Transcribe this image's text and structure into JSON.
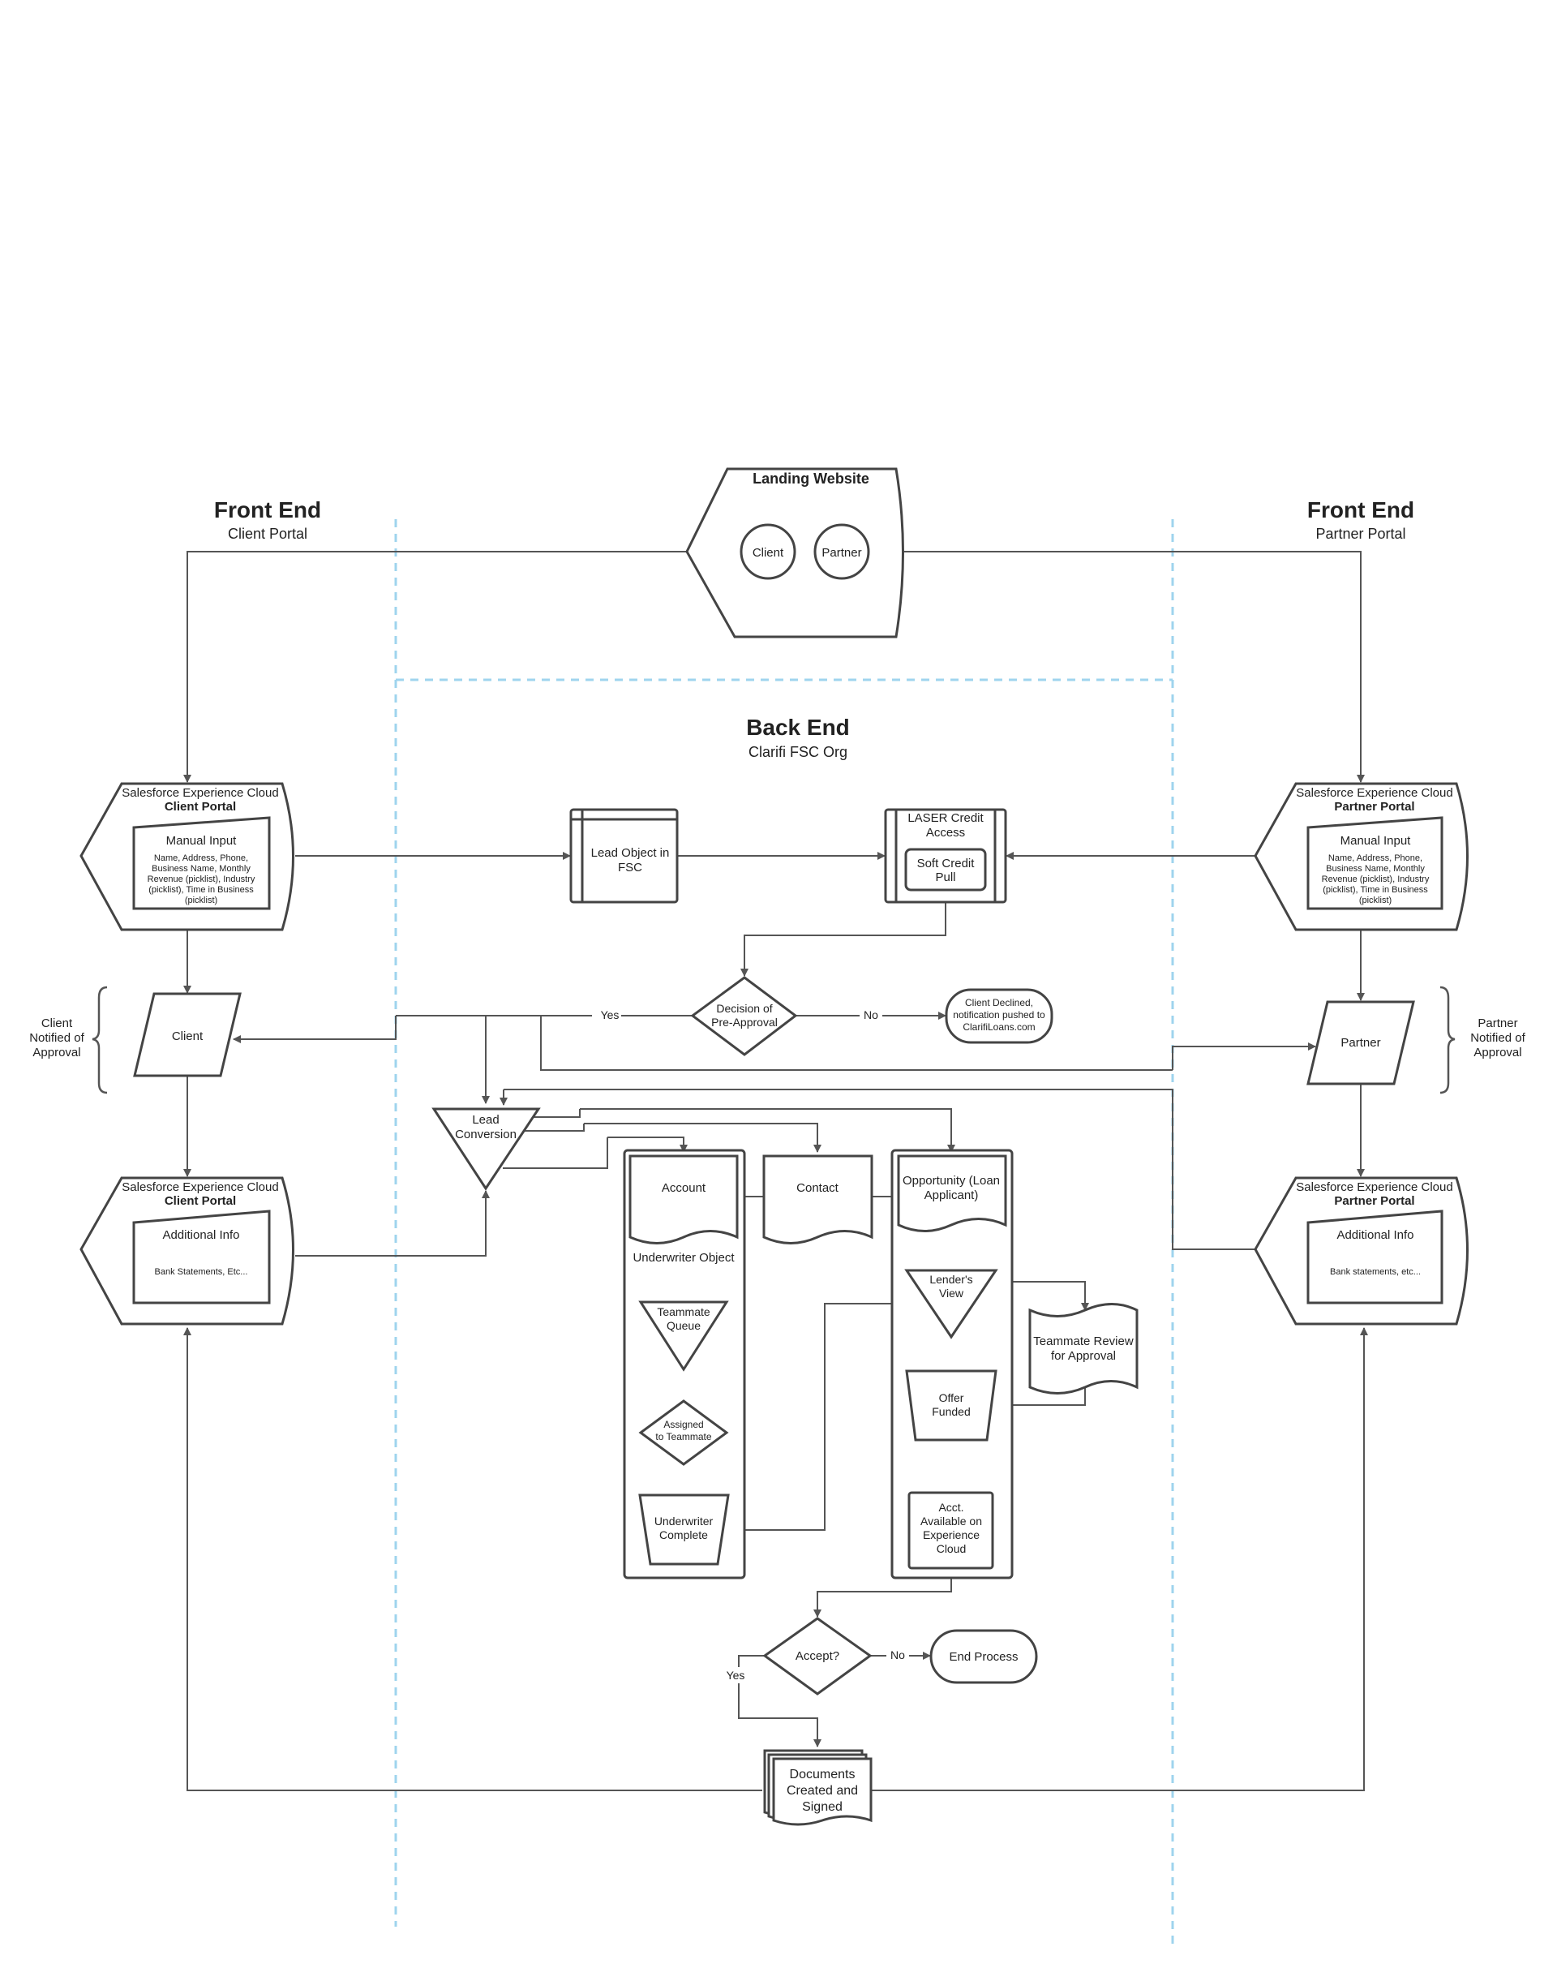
{
  "front_end_left": {
    "title": "Front End",
    "subtitle": "Client Portal"
  },
  "front_end_right": {
    "title": "Front End",
    "subtitle": "Partner Portal"
  },
  "back_end": {
    "title": "Back End",
    "subtitle": "Clarifi FSC Org"
  },
  "landing": {
    "title": "Landing Website",
    "client": "Client",
    "partner": "Partner"
  },
  "client_portal_top": {
    "line1": "Salesforce Experience Cloud",
    "line2": "Client Portal",
    "card_title": "Manual Input",
    "card_lines": [
      "Name, Address, Phone,",
      "Business Name, Monthly",
      "Revenue (picklist), Industry",
      "(picklist), Time in Business",
      "(picklist)"
    ]
  },
  "partner_portal_top": {
    "line1": "Salesforce Experience Cloud",
    "line2": "Partner Portal",
    "card_title": "Manual Input",
    "card_lines": [
      "Name, Address, Phone,",
      "Business Name, Monthly",
      "Revenue (picklist), Industry",
      "(picklist), Time in Business",
      "(picklist)"
    ]
  },
  "client_portal_bottom": {
    "line1": "Salesforce Experience Cloud",
    "line2": "Client Portal",
    "card_title": "Additional Info",
    "card_note": "Bank Statements, Etc..."
  },
  "partner_portal_bottom": {
    "line1": "Salesforce Experience Cloud",
    "line2": "Partner Portal",
    "card_title": "Additional Info",
    "card_note": "Bank statements, etc..."
  },
  "lead_object": [
    "Lead Object in",
    "FSC"
  ],
  "laser": {
    "lines": [
      "LASER Credit",
      "Access"
    ],
    "inner": [
      "Soft Credit",
      "Pull"
    ]
  },
  "decision": [
    "Decision of",
    "Pre-Approval"
  ],
  "declined": [
    "Client Declined,",
    "notification pushed to",
    "ClarifiLoans.com"
  ],
  "yes_label": "Yes",
  "no_label": "No",
  "client_notified": [
    "Client",
    "Notified of",
    "Approval"
  ],
  "partner_notified": [
    "Partner",
    "Notified of",
    "Approval"
  ],
  "client_para": "Client",
  "partner_para": "Partner",
  "lead_conversion": [
    "Lead",
    "Conversion"
  ],
  "account": "Account",
  "contact": "Contact",
  "opportunity": [
    "Opportunity (Loan",
    "Applicant)"
  ],
  "underwriter_object": "Underwriter Object",
  "teammate_queue": [
    "Teammate",
    "Queue"
  ],
  "assigned": [
    "Assigned",
    "to Teammate"
  ],
  "underwriter_complete": [
    "Underwriter",
    "Complete"
  ],
  "lenders_view": [
    "Lender's",
    "View"
  ],
  "teammate_review": [
    "Teammate Review",
    "for Approval"
  ],
  "offer_funded": [
    "Offer",
    "Funded"
  ],
  "acct_available": [
    "Acct.",
    "Available on",
    "Experience",
    "Cloud"
  ],
  "accept": "Accept?",
  "end_process": "End Process",
  "documents": [
    "Documents",
    "Created and",
    "Signed"
  ]
}
